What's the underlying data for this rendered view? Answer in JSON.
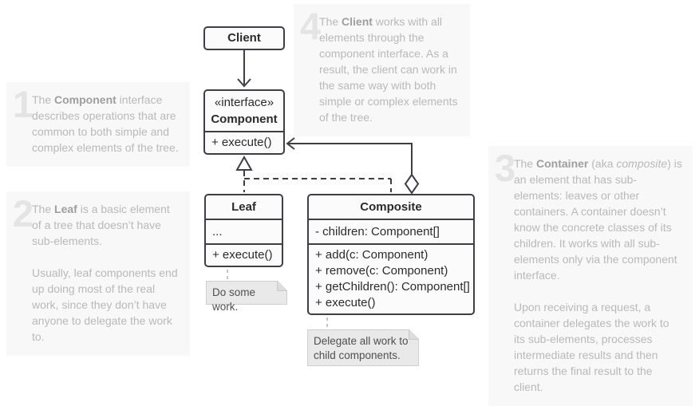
{
  "colors": {
    "stroke": "#3f3d46",
    "class_fill": "#fbfbfb",
    "class_text": "#2b2b2b",
    "note_fill": "#e9e9e9",
    "note_border": "#cfcfcf",
    "note_text": "#4f4f4f",
    "annotation_bg": "#f8f8f8",
    "annotation_text": "#b9b9b9",
    "annotation_bold": "#9e9e9e",
    "annotation_number": "#e4e4e4"
  },
  "classes": {
    "client": {
      "title": "Client"
    },
    "component": {
      "stereotype": "«interface»",
      "title": "Component",
      "methods": [
        "+ execute()"
      ]
    },
    "leaf": {
      "title": "Leaf",
      "attributes": [
        "..."
      ],
      "methods": [
        "+ execute()"
      ]
    },
    "composite": {
      "title": "Composite",
      "attributes": [
        "- children: Component[]"
      ],
      "methods": [
        "+ add(c: Component)",
        "+ remove(c: Component)",
        "+ getChildren(): Component[]",
        "+ execute()"
      ]
    }
  },
  "notes": {
    "leaf_note": "Do some work.",
    "composite_note": "Delegate all work to child components."
  },
  "annotations": [
    {
      "number": "1",
      "paragraphs": [
        [
          {
            "t": "The "
          },
          {
            "t": "Component",
            "b": true
          },
          {
            "t": " interface describes operations that are common to both simple and complex elements of the tree."
          }
        ]
      ]
    },
    {
      "number": "2",
      "paragraphs": [
        [
          {
            "t": "The "
          },
          {
            "t": "Leaf",
            "b": true
          },
          {
            "t": " is a basic element of a tree that doesn’t have sub-elements."
          }
        ],
        [
          {
            "t": "Usually, leaf components end up doing most of the real work, since they don’t have anyone to delegate the work to."
          }
        ]
      ]
    },
    {
      "number": "3",
      "paragraphs": [
        [
          {
            "t": "The "
          },
          {
            "t": "Container",
            "b": true
          },
          {
            "t": " (aka "
          },
          {
            "t": "composite",
            "i": true
          },
          {
            "t": ") is an element that has sub-elements: leaves or other containers. A container doesn’t know the concrete classes of its children. It works with all sub-elements only via the component interface."
          }
        ],
        [
          {
            "t": "Upon receiving a request, a container delegates the work to its sub-elements, processes intermediate results and then returns the final result to the client."
          }
        ]
      ]
    },
    {
      "number": "4",
      "paragraphs": [
        [
          {
            "t": "The "
          },
          {
            "t": "Client",
            "b": true
          },
          {
            "t": " works with all elements through the component interface. As a result, the client can work in the same way with both simple or complex elements of the tree."
          }
        ]
      ]
    }
  ]
}
